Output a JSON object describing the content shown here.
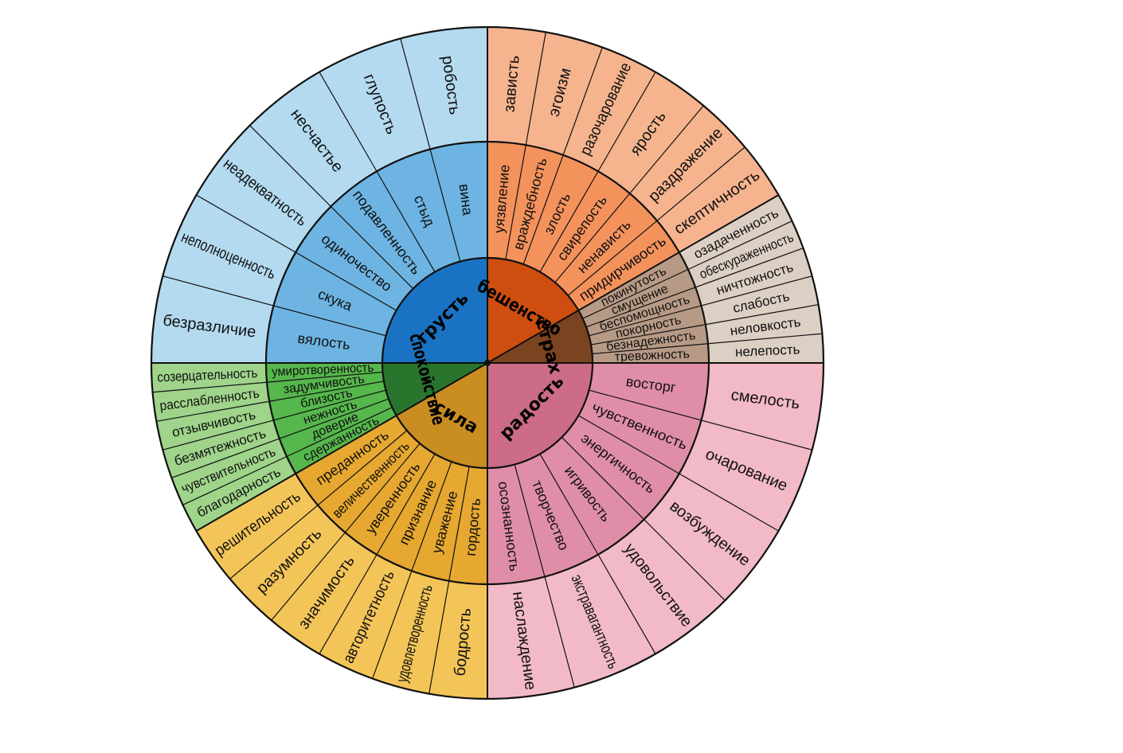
{
  "wheel": {
    "groups": [
      {
        "name": "бешенство",
        "colors": {
          "core": "#ce4e10",
          "middle": "#f4925c",
          "outer": "#f5b48e"
        },
        "middle": [
          "уязвление",
          "враждебность",
          "злость",
          "свирепость",
          "ненависть",
          "придирчивость"
        ],
        "outer": [
          "зависть",
          "эгоизм",
          "разочарование",
          "ярость",
          "раздражение",
          "скептичность"
        ]
      },
      {
        "name": "страх",
        "colors": {
          "core": "#7b4420",
          "middle": "#b79a86",
          "outer": "#dccfc4"
        },
        "middle": [
          "покинутость",
          "смущение",
          "беспомощность",
          "покорность",
          "безнадежность",
          "тревожность"
        ],
        "outer": [
          "озадаченность",
          "обескураженность",
          "ничтожность",
          "слабость",
          "неловкость",
          "нелепость"
        ]
      },
      {
        "name": "радость",
        "colors": {
          "core": "#cd6c88",
          "middle": "#e08ea7",
          "outer": "#f2bac6"
        },
        "middle": [
          "восторг",
          "чувственность",
          "энергичность",
          "игривость",
          "творчество",
          "осознанность"
        ],
        "outer": [
          "смелость",
          "очарование",
          "возбуждение",
          "удовольствие",
          "экстравагантность",
          "наслаждение"
        ]
      },
      {
        "name": "сила",
        "colors": {
          "core": "#c98d22",
          "middle": "#e6a830",
          "outer": "#f3c558"
        },
        "middle": [
          "гордость",
          "уважение",
          "признание",
          "уверенность",
          "величественность",
          "преданность"
        ],
        "outer": [
          "бодрость",
          "удовлетворенность",
          "авторитетность",
          "значимость",
          "разумность",
          "решительность"
        ]
      },
      {
        "name": "спокойствие",
        "colors": {
          "core": "#2a752e",
          "middle": "#56b74c",
          "outer": "#9fd48a"
        },
        "middle": [
          "сдержанность",
          "доверие",
          "нежность",
          "близость",
          "задумчивость",
          "умиротворенность"
        ],
        "outer": [
          "благодарность",
          "чувствительность",
          "безмятежность",
          "отзывчивость",
          "расслабленность",
          "созерцательность"
        ]
      },
      {
        "name": "грусть",
        "colors": {
          "core": "#1a73c2",
          "middle": "#6db4e2",
          "outer": "#b4daf0"
        },
        "middle": [
          "вялость",
          "скука",
          "одиночество",
          "подавленность",
          "стыд",
          "вина"
        ],
        "outer": [
          "безразличие",
          "неполноценность",
          "неадекватность",
          "несчастье",
          "глупость",
          "робость"
        ]
      }
    ]
  }
}
